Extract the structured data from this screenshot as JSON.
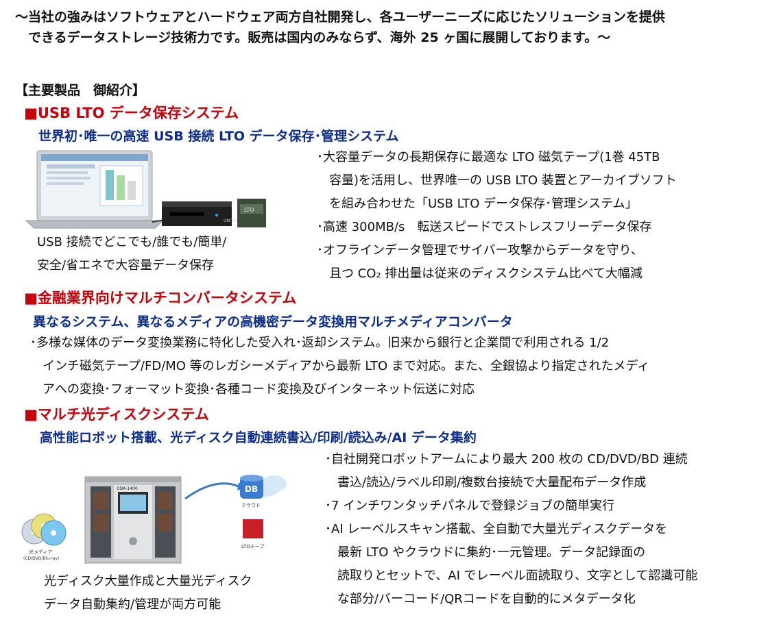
{
  "intro": [
    "〜当社の強みはソフトウェアとハードウェア両方自社開発し、各ユーザーニーズに応じたソリューションを提供",
    "　できるデータストレージ技術力です。販売は国内のみならず、海外 25 ヶ国に展開しております。〜"
  ],
  "products_heading": "【主要製品　御紹介】",
  "sections": [
    {
      "title": "■USB LTO データ保存システム",
      "subtitle": "世界初･唯一の高速 USB 接続 LTO データ保存･管理システム",
      "caption": [
        "USB 接続でどこでも/誰でも/簡単/",
        "安全/省エネで大容量データ保存"
      ],
      "bullets": [
        "･大容量データの長期保存に最適な LTO 磁気テープ(1巻 45TB",
        "　容量)を活用し、世界唯一の USB LTO 装置とアーカイブソフト",
        "　を組み合わせた「USB LTO データ保存･管理システム」",
        "･高速 300MB/s　転送スピードでストレスフリーデータ保存",
        "･オフラインデータ管理でサイバー攻撃からデータを守り、",
        "　且つ CO₂ 排出量は従来のディスクシステム比べて大幅減"
      ],
      "image_labels": {
        "drive": "UNITEX",
        "tape": "LTO"
      }
    },
    {
      "title": "■金融業界向けマルチコンバータシステム",
      "subtitle": "異なるシステム、異なるメディアの高機密データ変換用マルチメディアコンバータ",
      "bullets": [
        "･多様な媒体のデータ変換業務に特化した受入れ･返却システム。旧来から銀行と企業間で利用される 1/2",
        "　インチ磁気テープ/FD/MO 等のレガシーメディアから最新 LTO まで対応。また、全銀協より指定されたメディ",
        "　アへの変換･フォーマット変換･各種コード変換及びインターネット伝送に対応"
      ]
    },
    {
      "title": "■マルチ光ディスクシステム",
      "subtitle": "高性能ロボット搭載、光ディスク自動連続書込/印刷/読込み/AI データ集約",
      "caption": [
        "光ディスク大量作成と大量光ディスク",
        "データ自動集約/管理が両方可能"
      ],
      "bullets": [
        "･自社開発ロボットアームにより最大 200 枚の CD/DVD/BD 連続",
        "　書込/読込/ラベル印刷/複数台接続で大量配布データ作成",
        "･7 インチワンタッチパネルで登録ジョブの簡単実行",
        "･AI レーベルスキャン搭載、全自動で大量光ディスクデータを",
        "　最新 LTO やクラウドに集約･一元管理。データ記録面の",
        "　読取りとセットで、AI でレーベル面読取り、文字として認識可能",
        "　な部分/バーコード/QRコードを自動的にメタデータ化"
      ],
      "image_labels": {
        "db": "DB",
        "cloud": "クラウド",
        "tape": "LTOテープ",
        "disc": "光メディア",
        "disc_sub": "(CD/DVD/Blu-ray)",
        "device": "ODA-1400"
      }
    }
  ]
}
